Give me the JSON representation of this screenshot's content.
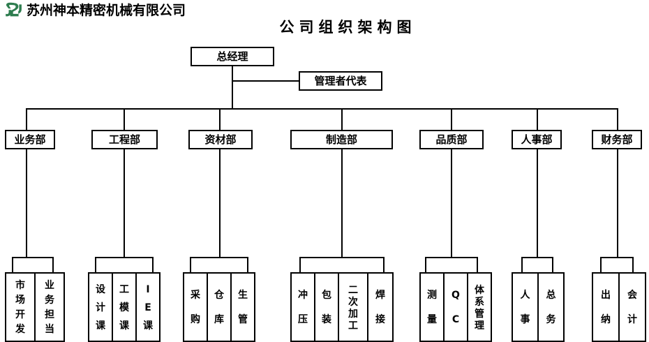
{
  "header": {
    "logo_alt": "company-logo",
    "logo_color": "#2e7d4f",
    "company_name": "苏州神本精密机械有限公司",
    "chart_title": "公司组织架构图"
  },
  "chart_data": {
    "type": "diagram",
    "title": "公司组织架构图",
    "root": {
      "label": "总经理"
    },
    "staff": [
      {
        "label": "管理者代表"
      }
    ],
    "departments": [
      {
        "label": "业务部",
        "children": [
          {
            "label": "市场开发"
          },
          {
            "label": "业务担当"
          }
        ]
      },
      {
        "label": "工程部",
        "children": [
          {
            "label": "设计课"
          },
          {
            "label": "工模课"
          },
          {
            "label": "IE课"
          }
        ]
      },
      {
        "label": "资材部",
        "children": [
          {
            "label": "采购"
          },
          {
            "label": "仓库"
          },
          {
            "label": "生管"
          }
        ]
      },
      {
        "label": "制造部",
        "children": [
          {
            "label": "冲压"
          },
          {
            "label": "包装"
          },
          {
            "label": "二次加工"
          },
          {
            "label": "焊接"
          }
        ]
      },
      {
        "label": "品质部",
        "children": [
          {
            "label": "测量"
          },
          {
            "label": "QC"
          },
          {
            "label": "体系管理"
          }
        ]
      },
      {
        "label": "人事部",
        "children": [
          {
            "label": "人事"
          },
          {
            "label": "总务"
          }
        ]
      },
      {
        "label": "财务部",
        "children": [
          {
            "label": "出纳"
          },
          {
            "label": "会计"
          }
        ]
      }
    ],
    "leaf_chars": {
      "d0c0": [
        "市",
        "场",
        "开",
        "发"
      ],
      "d0c1": [
        "业",
        "务",
        "担",
        "当"
      ],
      "d1c0": [
        "设",
        "计",
        "课"
      ],
      "d1c1": [
        "工",
        "模",
        "课"
      ],
      "d1c2": [
        "I",
        "E",
        "课"
      ],
      "d2c0": [
        "采",
        "购"
      ],
      "d2c1": [
        "仓",
        "库"
      ],
      "d2c2": [
        "生",
        "管"
      ],
      "d3c0": [
        "冲",
        "压"
      ],
      "d3c1": [
        "包",
        "装"
      ],
      "d3c2": [
        "二",
        "次",
        "加",
        "工"
      ],
      "d3c3": [
        "焊",
        "接"
      ],
      "d4c0": [
        "测",
        "量"
      ],
      "d4c1": [
        "Q",
        "C"
      ],
      "d4c2": [
        "体",
        "系",
        "管",
        "理"
      ],
      "d5c0": [
        "人",
        "事"
      ],
      "d5c1": [
        "总",
        "务"
      ],
      "d6c0": [
        "出",
        "纳"
      ],
      "d6c1": [
        "会",
        "计"
      ]
    }
  }
}
